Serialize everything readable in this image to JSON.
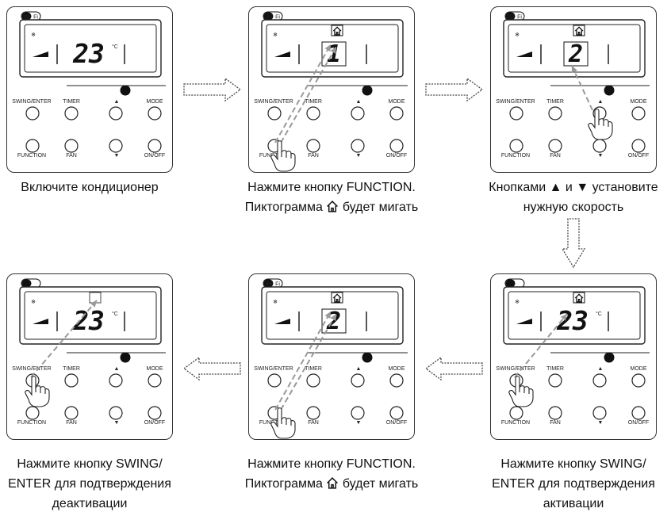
{
  "remote": {
    "wifi_label": "Wi Fi",
    "temp_unit": "°C",
    "buttons": {
      "swing_enter": "SWING/ENTER",
      "timer": "TIMER",
      "up": "▲",
      "mode": "MODE",
      "function": "FUNCTION",
      "fan": "FAN",
      "down": "▼",
      "on_off": "ON/OFF"
    }
  },
  "steps": [
    {
      "display": "23",
      "unit": "°C",
      "house": false,
      "wifi": true,
      "caption": [
        "Включите кондиционер"
      ]
    },
    {
      "display": "1",
      "unit": "",
      "house": true,
      "wifi": true,
      "caption": [
        "Нажмите кнопку FUNCTION.",
        "Пиктограмма {house} будет мигать"
      ]
    },
    {
      "display": "2",
      "unit": "",
      "house": true,
      "wifi": true,
      "caption": [
        "Кнопками ▲ и ▼ установите",
        "нужную скорость"
      ]
    },
    {
      "display": "23",
      "unit": "°C",
      "house": true,
      "wifi": false,
      "caption": [
        "Нажмите кнопку SWING/",
        "ENTER для подтверждения",
        "активации"
      ]
    },
    {
      "display": "2",
      "unit": "",
      "house": true,
      "wifi": true,
      "caption": [
        "Нажмите кнопку FUNCTION.",
        "Пиктограмма {house} будет мигать"
      ]
    },
    {
      "display": "23",
      "unit": "°C",
      "house": false,
      "wifi": false,
      "caption": [
        "Нажмите кнопку SWING/",
        "ENTER для подтверждения",
        "деактивации"
      ]
    }
  ]
}
